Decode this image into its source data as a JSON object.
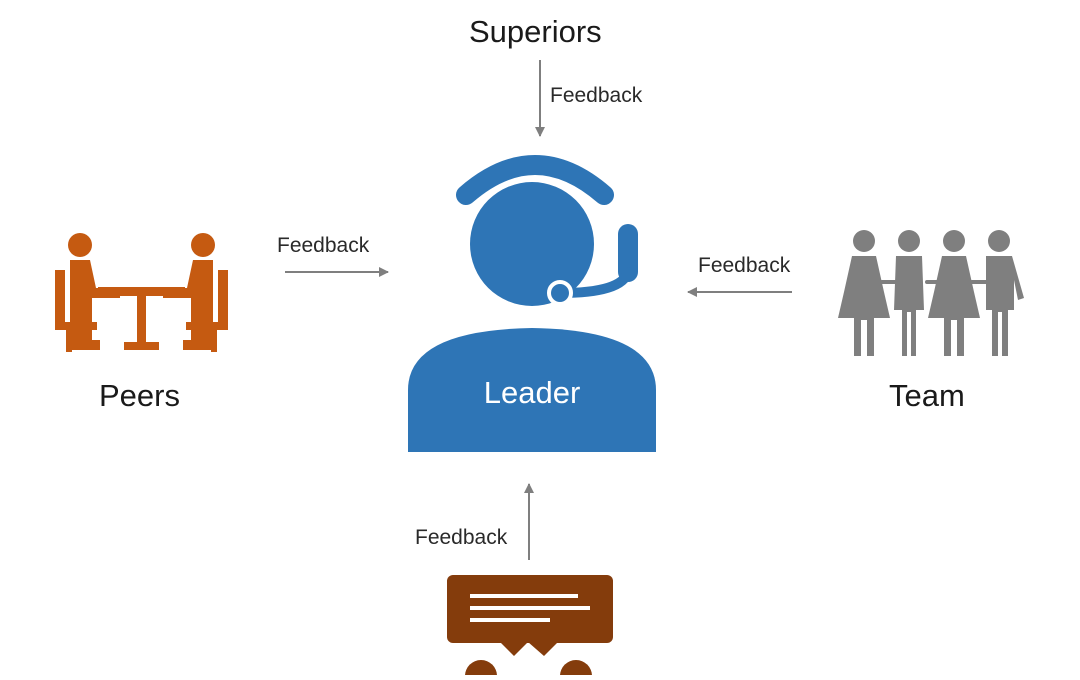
{
  "nodes": {
    "superiors": "Superiors",
    "peers": "Peers",
    "team": "Team",
    "leader": "Leader"
  },
  "edges": {
    "from_superiors": "Feedback",
    "from_peers": "Feedback",
    "from_team": "Feedback",
    "from_bottom": "Feedback"
  },
  "colors": {
    "leader_blue": "#2e75b6",
    "peers_orange": "#c55a11",
    "team_gray": "#7f7f7f",
    "speech_brown": "#843c0c",
    "arrow_gray": "#7f7f7f"
  },
  "icons": {
    "leader": "headset-person-icon",
    "peers": "meeting-at-table-icon",
    "team": "group-of-people-icon",
    "bottom": "chat-bubble-people-icon"
  }
}
